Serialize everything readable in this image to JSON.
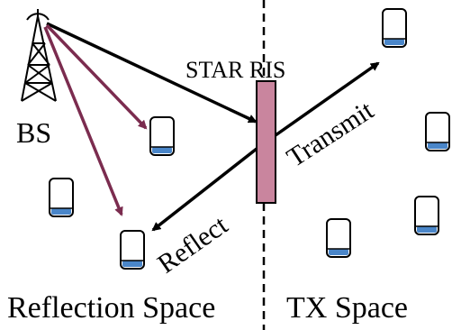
{
  "labels": {
    "bs": "BS",
    "star_ris": "STAR RIS",
    "transmit": "Transmit",
    "reflect": "Reflect",
    "reflection_space": "Reflection Space",
    "tx_space": "TX Space"
  },
  "icons": {
    "base_station": "antenna-tower-icon",
    "user": "smartphone-icon",
    "surface": "star-ris-panel-icon"
  },
  "colors": {
    "black_arrow": "#000000",
    "purple_arrow": "#7b2c4f",
    "ris_panel": "#c9859e",
    "phone_screen": "#ffffff",
    "phone_bottom": "#4a86c9"
  }
}
